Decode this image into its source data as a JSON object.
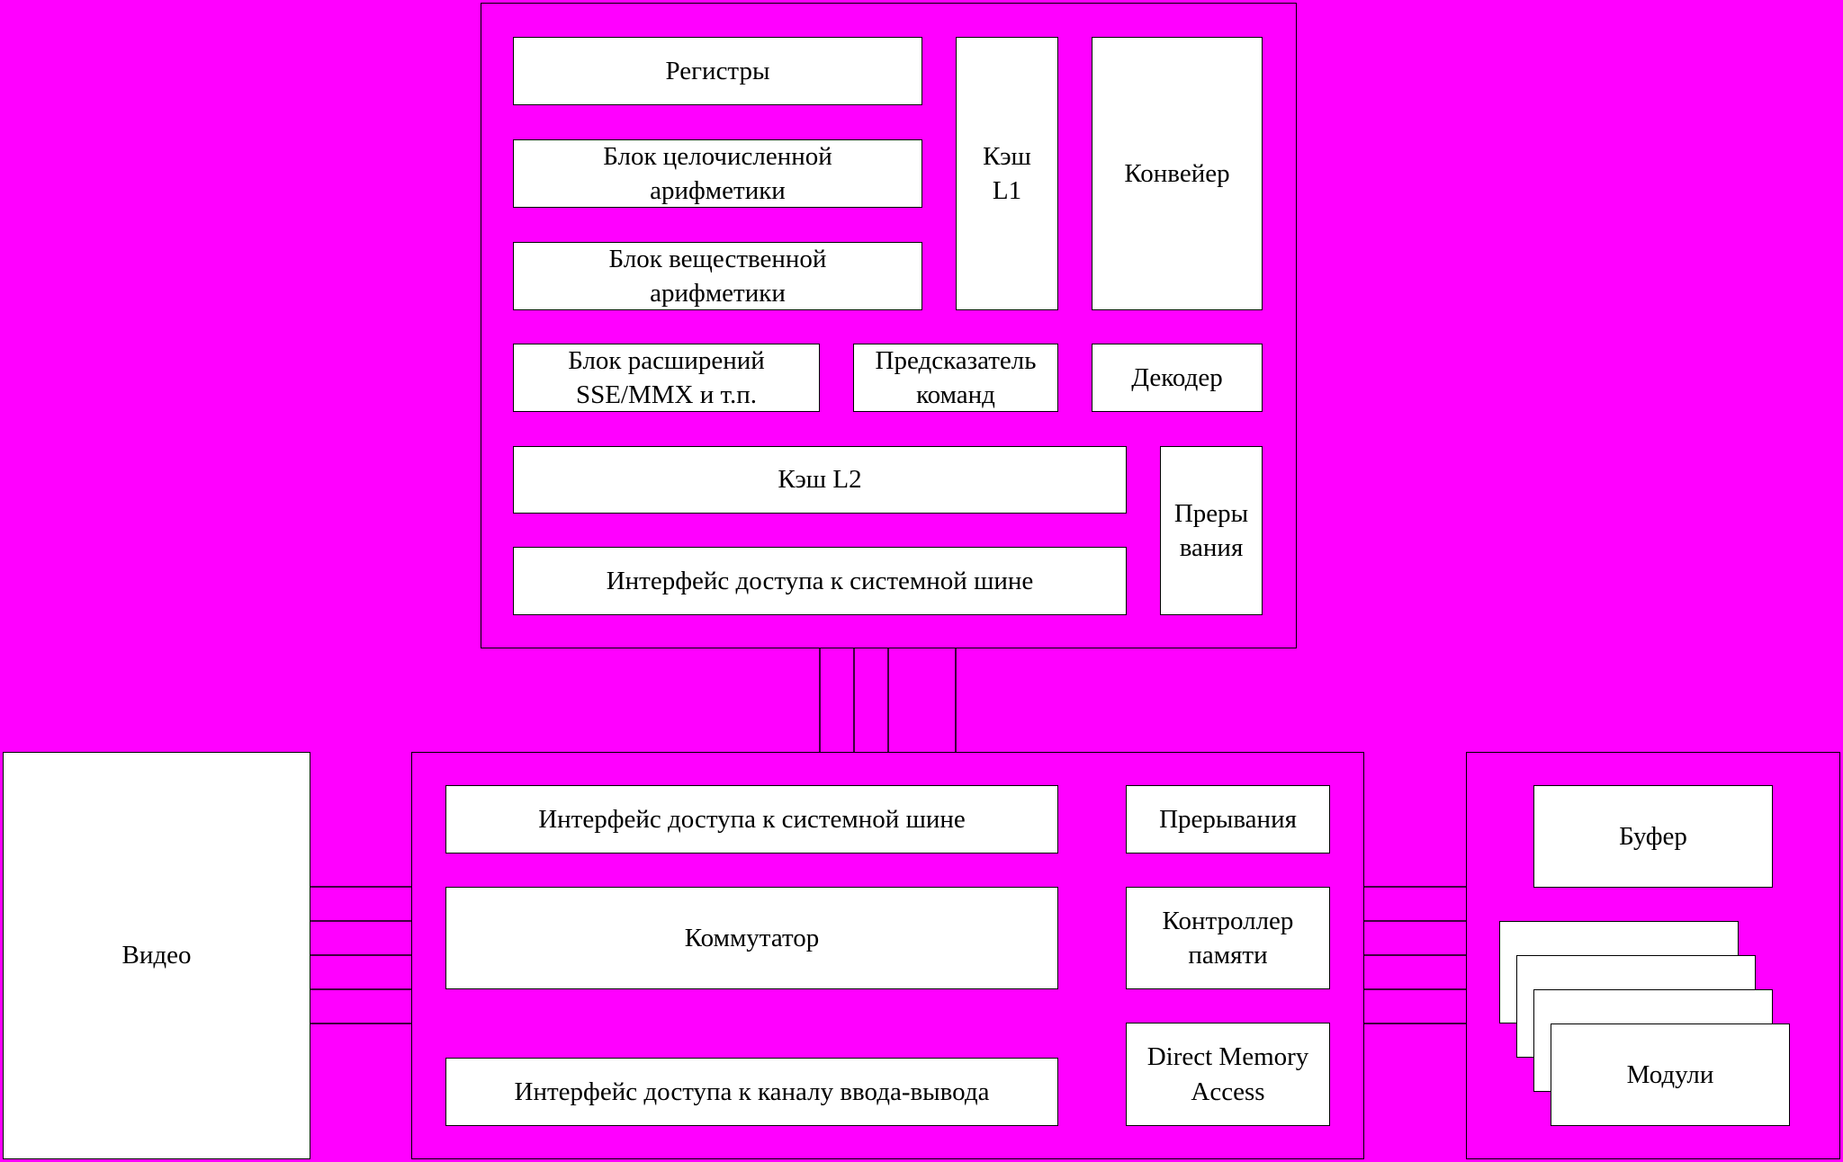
{
  "colors": {
    "background": "#FF00FF",
    "box_fill": "#FFFFFF",
    "stroke": "#000000"
  },
  "cpu": {
    "registers": "Регистры",
    "integer_unit": "Блок целочисленной\nарифметики",
    "float_unit": "Блок вещественной\nарифметики",
    "cache_l1": "Кэш\nL1",
    "pipeline": "Конвейер",
    "simd_unit": "Блок расширений\nSSE/MMX и т.п.",
    "branch_predictor": "Предсказатель\nкоманд",
    "decoder": "Декодер",
    "cache_l2": "Кэш L2",
    "interrupts": "Преры\nвания",
    "bus_interface": "Интерфейс доступа к системной шине"
  },
  "chipset": {
    "bus_interface": "Интерфейс доступа к системной шине",
    "interrupts": "Прерывания",
    "switch": "Коммутатор",
    "memory_controller": "Контроллер\nпамяти",
    "io_interface": "Интерфейс доступа к каналу ввода-вывода",
    "dma": "Direct Memory\nAccess"
  },
  "video": {
    "label": "Видео"
  },
  "memory": {
    "buffer": "Буфер",
    "modules": "Модули"
  }
}
